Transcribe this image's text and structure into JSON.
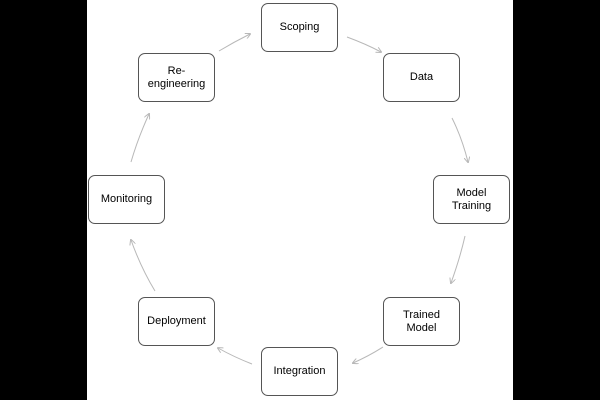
{
  "diagram": {
    "nodes": [
      {
        "id": "scoping",
        "label": "Scoping"
      },
      {
        "id": "data",
        "label": "Data"
      },
      {
        "id": "model-training",
        "label": "Model\nTraining"
      },
      {
        "id": "trained-model",
        "label": "Trained\nModel"
      },
      {
        "id": "integration",
        "label": "Integration"
      },
      {
        "id": "deployment",
        "label": "Deployment"
      },
      {
        "id": "monitoring",
        "label": "Monitoring"
      },
      {
        "id": "re-engineering",
        "label": "Re-\nengineering"
      }
    ],
    "edges": [
      [
        "scoping",
        "data"
      ],
      [
        "data",
        "model-training"
      ],
      [
        "model-training",
        "trained-model"
      ],
      [
        "trained-model",
        "integration"
      ],
      [
        "integration",
        "deployment"
      ],
      [
        "deployment",
        "monitoring"
      ],
      [
        "monitoring",
        "re-engineering"
      ],
      [
        "re-engineering",
        "scoping"
      ]
    ],
    "colors": {
      "border": "#555555",
      "arrow": "#b8b8b8",
      "frame": "#000000"
    }
  }
}
